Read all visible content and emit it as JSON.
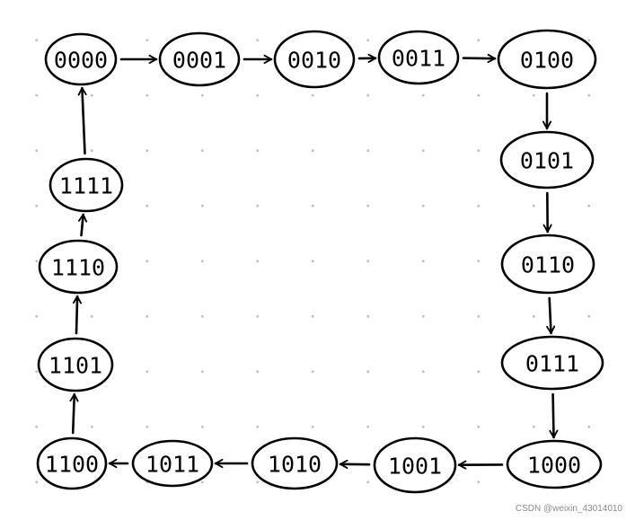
{
  "diagram": {
    "type": "state-cycle",
    "states": [
      {
        "id": "s0",
        "label": "0000"
      },
      {
        "id": "s1",
        "label": "0001"
      },
      {
        "id": "s2",
        "label": "0010"
      },
      {
        "id": "s3",
        "label": "0011"
      },
      {
        "id": "s4",
        "label": "0100"
      },
      {
        "id": "s5",
        "label": "0101"
      },
      {
        "id": "s6",
        "label": "0110"
      },
      {
        "id": "s7",
        "label": "0111"
      },
      {
        "id": "s8",
        "label": "1000"
      },
      {
        "id": "s9",
        "label": "1001"
      },
      {
        "id": "s10",
        "label": "1010"
      },
      {
        "id": "s11",
        "label": "1011"
      },
      {
        "id": "s12",
        "label": "1100"
      },
      {
        "id": "s13",
        "label": "1101"
      },
      {
        "id": "s14",
        "label": "1110"
      },
      {
        "id": "s15",
        "label": "1111"
      }
    ],
    "transitions": [
      {
        "from": "s0",
        "to": "s1"
      },
      {
        "from": "s1",
        "to": "s2"
      },
      {
        "from": "s2",
        "to": "s3"
      },
      {
        "from": "s3",
        "to": "s4"
      },
      {
        "from": "s4",
        "to": "s5"
      },
      {
        "from": "s5",
        "to": "s6"
      },
      {
        "from": "s6",
        "to": "s7"
      },
      {
        "from": "s7",
        "to": "s8"
      },
      {
        "from": "s8",
        "to": "s9"
      },
      {
        "from": "s9",
        "to": "s10"
      },
      {
        "from": "s10",
        "to": "s11"
      },
      {
        "from": "s11",
        "to": "s12"
      },
      {
        "from": "s12",
        "to": "s13"
      },
      {
        "from": "s13",
        "to": "s14"
      },
      {
        "from": "s14",
        "to": "s15"
      },
      {
        "from": "s15",
        "to": "s0"
      }
    ]
  },
  "colors": {
    "ink": "#000000",
    "grid_dot": "#b9b9cf",
    "watermark": "#8a8a8a"
  },
  "watermark": "CSDN @weixin_43014010"
}
